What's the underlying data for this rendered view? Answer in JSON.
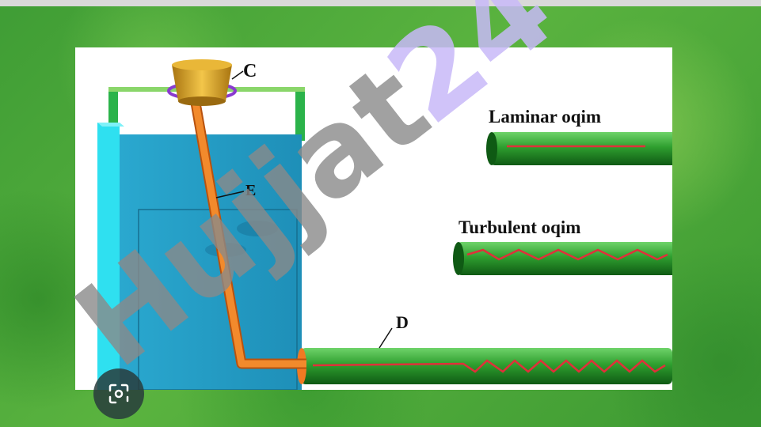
{
  "labels": {
    "c": "C",
    "e": "E",
    "d": "D",
    "laminar": "Laminar oqim",
    "turbulent": "Turbulent oqim"
  },
  "watermark": "Hujjat 24",
  "icons": {
    "lens": "lens-search-icon"
  },
  "colors": {
    "background_green": "#4da83a",
    "tank_blue": "#1f9fc4",
    "tank_edge_cyan": "#2fe0f0",
    "tube_orange": "#f07a22",
    "vessel_gold": "#d9a520",
    "pipe_green": "#2e9e2e",
    "flow_red": "#e0303a",
    "watermark_violet": "#c8b8f8",
    "watermark_gray": "#8a8a8a"
  }
}
